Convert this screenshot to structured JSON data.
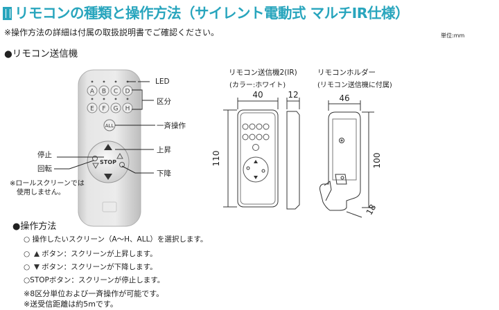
{
  "header": {
    "title": "リモコンの種類と操作方法（サイレント電動式 マルチIR仕様）",
    "note": "※操作方法の詳細は付属の取扱説明書でご確認ください。",
    "unit": "単位:mm"
  },
  "section": {
    "title": "●リモコン送信機"
  },
  "remote": {
    "keys": [
      "A",
      "B",
      "C",
      "D",
      "E",
      "F",
      "G",
      "H"
    ],
    "all_key": "ALL",
    "stop_key": "STOP",
    "labels": {
      "led": "LED",
      "zones": "区分",
      "all": "一斉操作",
      "up": "上昇",
      "stop": "停止",
      "rotate": "回転",
      "down": "下降",
      "roll_note_1": "※ロールスクリーンでは",
      "roll_note_2": "使用しません。"
    }
  },
  "drawing_remote": {
    "title": "リモコン送信機2(IR)",
    "subtitle": "(カラー:ホワイト)",
    "width": "40",
    "depth": "12",
    "height": "110"
  },
  "drawing_holder": {
    "title": "リモコンホルダー",
    "subtitle": "(リモコン送信機に付属)",
    "width": "46",
    "height": "100",
    "depth": "18"
  },
  "operations": {
    "title": "●操作方法",
    "item1": "○ 操作したいスクリーン（A～H、ALL）を選択します。",
    "item2_prefix": "○",
    "item2": "ボタン：スクリーンが上昇します。",
    "item3_prefix": "○",
    "item3": "ボタン：スクリーンが下降します。",
    "item4": "○STOPボタン：スクリーンが停止します。",
    "note1": "※8区分単位および一斉操作が可能です。",
    "note2": "※送受信距離は約5mです。"
  }
}
